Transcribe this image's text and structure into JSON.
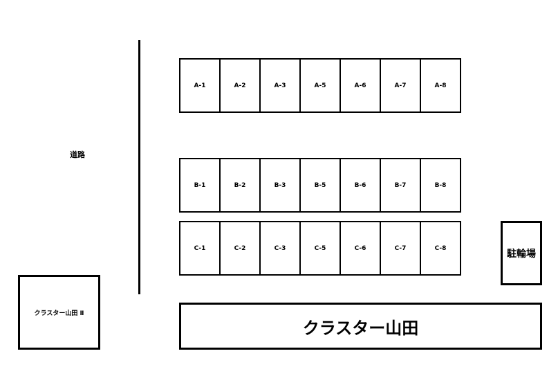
{
  "map": {
    "road_label": "道路",
    "rows": [
      {
        "id": "A",
        "stalls": [
          "A-1",
          "A-2",
          "A-3",
          "A-5",
          "A-6",
          "A-7",
          "A-8"
        ]
      },
      {
        "id": "B",
        "stalls": [
          "B-1",
          "B-2",
          "B-3",
          "B-5",
          "B-6",
          "B-7",
          "B-8"
        ]
      },
      {
        "id": "C",
        "stalls": [
          "C-1",
          "C-2",
          "C-3",
          "C-5",
          "C-6",
          "C-7",
          "C-8"
        ]
      }
    ],
    "bicycle_parking_label": "駐輪場",
    "building_main_label": "クラスター山田",
    "building_second_label": "クラスター山田 Ⅱ"
  }
}
